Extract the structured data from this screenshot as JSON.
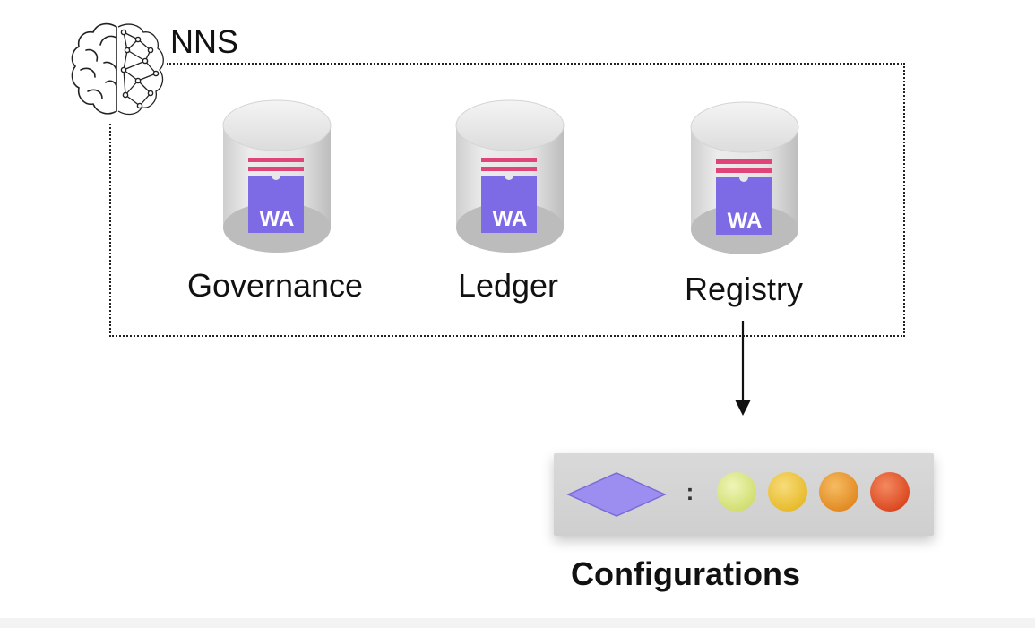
{
  "nns": {
    "label": "NNS",
    "icon": "brain-icon"
  },
  "canisters": [
    {
      "label": "Governance",
      "badge": "WA"
    },
    {
      "label": "Ledger",
      "badge": "WA"
    },
    {
      "label": "Registry",
      "badge": "WA"
    }
  ],
  "configurations": {
    "label": "Configurations",
    "separator": ":",
    "key_shape_color": "#9b8ef0",
    "value_colors": [
      "#dfe98a",
      "#f0c93c",
      "#ee9a2a",
      "#e8552a"
    ]
  },
  "colors": {
    "wasm_purple": "#7d6be6",
    "stripe_pink": "#e0457a",
    "cylinder_grey": "#c9c9c9"
  }
}
